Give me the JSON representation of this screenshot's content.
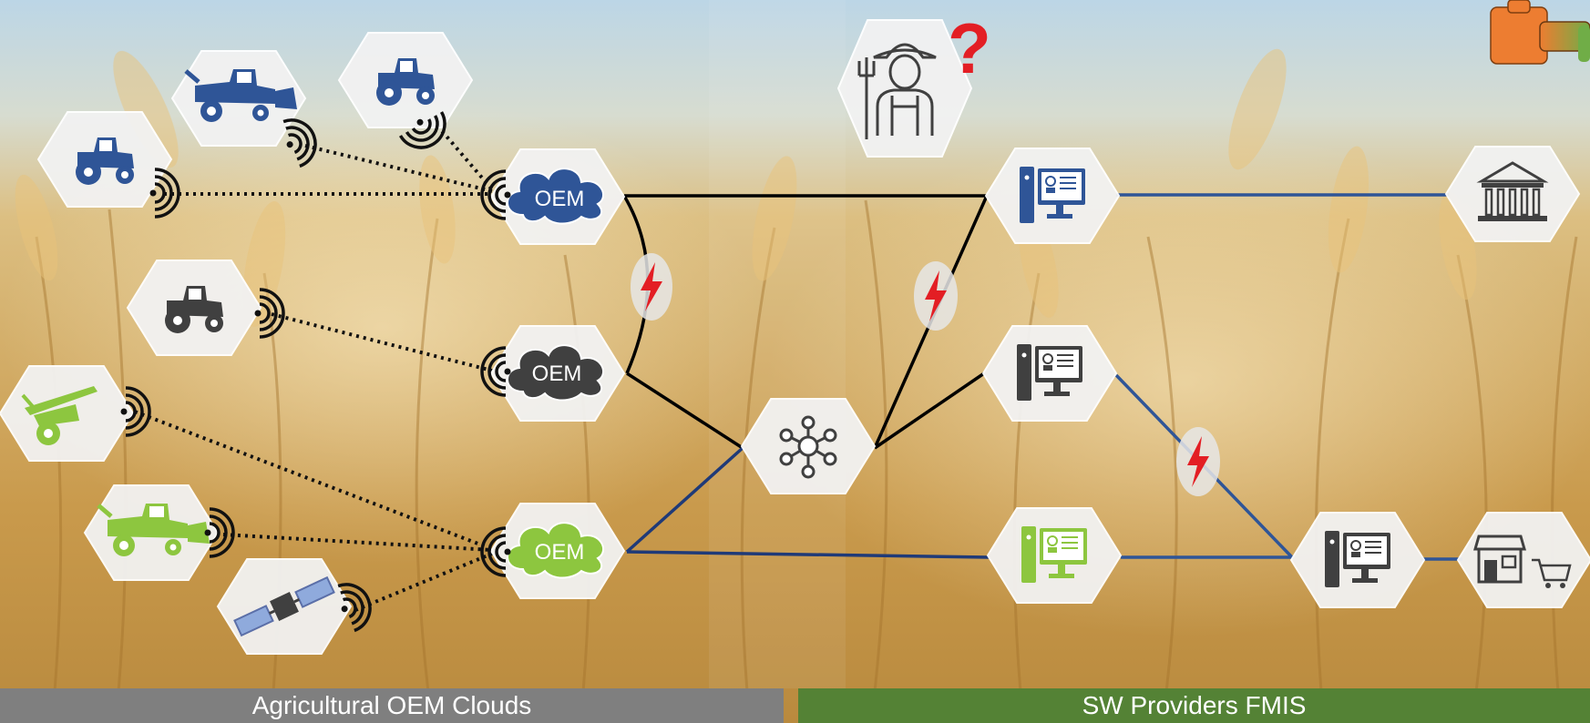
{
  "labels": {
    "oem_clouds": "Agricultural OEM Clouds",
    "fmis": "SW Providers FMIS",
    "oem": "OEM"
  },
  "colors": {
    "blue": "#2f5597",
    "grey": "#404040",
    "green": "#8dc63f",
    "red": "#e31e24",
    "hex_fill": "#f2f2f2",
    "oem_bar": "#7f7f7f",
    "fmis_bar": "#548235"
  },
  "icons": [
    "tractor-icon",
    "combine-harvester-icon",
    "sprayer-icon",
    "satellite-icon",
    "oem-cloud-icon",
    "hub-network-icon",
    "farmer-icon",
    "question-mark-icon",
    "computer-icon",
    "bank-icon",
    "shop-cart-icon",
    "lightning-icon",
    "wireless-signal-icon"
  ]
}
